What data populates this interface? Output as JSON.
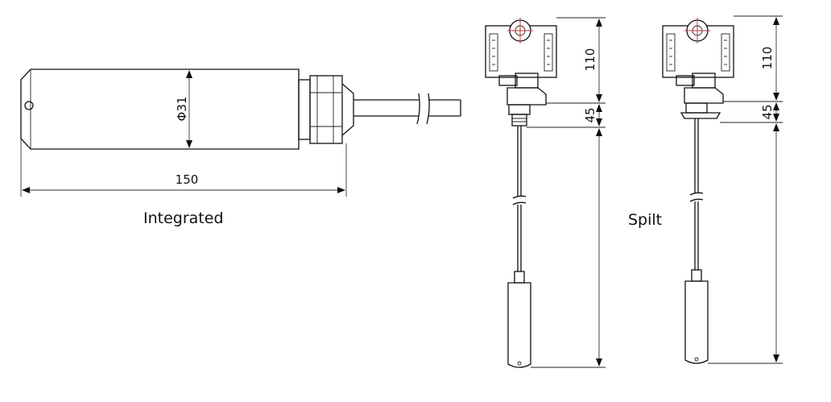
{
  "integrated": {
    "diameter_label": "Φ31",
    "length_label": "150",
    "caption": "Integrated"
  },
  "split_a": {
    "head_height_label": "110",
    "neck_height_label": "45"
  },
  "split_b": {
    "head_height_label": "110",
    "neck_height_label": "45"
  },
  "split_caption": "Spilt",
  "colors": {
    "line": "#111111",
    "background": "#ffffff"
  }
}
